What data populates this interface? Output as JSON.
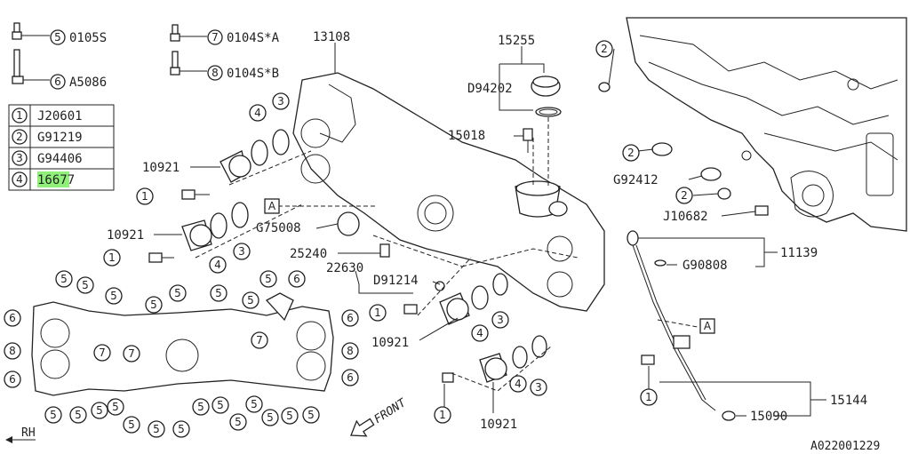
{
  "diagram": {
    "fastener_key": [
      {
        "num": "5",
        "code": "0105S"
      },
      {
        "num": "6",
        "code": "A5086"
      },
      {
        "num": "7",
        "code": "0104S*A"
      },
      {
        "num": "8",
        "code": "0104S*B"
      }
    ],
    "legend_table": [
      {
        "num": "1",
        "code": "J20601"
      },
      {
        "num": "2",
        "code": "G91219"
      },
      {
        "num": "3",
        "code": "G94406"
      },
      {
        "num": "4",
        "code": "16677"
      }
    ],
    "highlight_color": "#8ff07a",
    "part_labels": {
      "p13108": "13108",
      "p15255": "15255",
      "pD94202": "D94202",
      "p15018": "15018",
      "p10921a": "10921",
      "p10921b": "10921",
      "p10921c": "10921",
      "p10921d": "10921",
      "pG75008": "G75008",
      "p25240": "25240",
      "p22630": "22630",
      "pD91214": "D91214",
      "pG92412": "G92412",
      "pJ10682": "J10682",
      "p11139": "11139",
      "pG90808": "G90808",
      "p15144": "15144",
      "p15090": "15090"
    },
    "ref_a1": "A",
    "ref_a2": "A",
    "front_label": "FRONT",
    "rh_label": "RH",
    "diagram_code": "A022001229"
  }
}
